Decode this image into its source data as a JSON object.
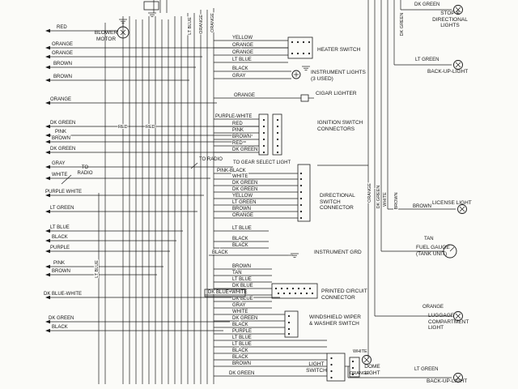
{
  "left_wire_labels": [
    "RED",
    "ORANGE",
    "ORANGE",
    "BROWN",
    "BROWN",
    "ORANGE",
    "DK GREEN",
    "PINK",
    "BROWN",
    "DK GREEN",
    "GRAY",
    "WHITE",
    "PURPLE WHITE",
    "LT GREEN",
    "LT BLUE",
    "BLACK",
    "PURPLE",
    "PINK",
    "BROWN",
    "DK BLUE-WHITE",
    "DK GREEN",
    "BLACK"
  ],
  "center_wire_labels": [
    "YELLOW",
    "ORANGE",
    "ORANGE",
    "LT BLUE",
    "BLACK",
    "GRAY",
    "ORANGE",
    "PURPLE-WHITE",
    "RED",
    "PINK",
    "BROWN",
    "RED",
    "DK GREEN",
    "PINK-BLACK",
    "WHITE",
    "DK GREEN",
    "DK GREEN",
    "YELLOW",
    "LT GREEN",
    "BROWN",
    "ORANGE",
    "LT BLUE",
    "BLACK",
    "BLACK",
    "BLACK",
    "BROWN",
    "TAN",
    "LT BLUE",
    "DK BLUE",
    "DK BLUE+WHITE",
    "DK BLUE",
    "GRAY",
    "WHITE",
    "DK GREEN",
    "BLACK",
    "PURPLE",
    "LT BLUE",
    "LT BLUE",
    "BLACK",
    "BLACK",
    "BROWN",
    "DK GREEN"
  ],
  "vertical_wire_labels": [
    "LT BLUE",
    "ORANGE",
    "ORANGE",
    "LT BLUE",
    "ORANGE",
    "DK GREEN",
    "WHITE",
    "BROWN",
    "DK GREEN"
  ],
  "small_labels": [
    "RED",
    "RED",
    "WHITE",
    "ORANGE"
  ],
  "annotations": {
    "to_radio_left": "TO\nRADIO",
    "to_radio_center": "TO RADIO",
    "to_gear_select": "TO GEAR SELECT LIGHT"
  },
  "components": {
    "blower_motor": "BLOWER\nMOTOR",
    "heater_switch": "HEATER SWITCH",
    "instrument_lights": "INSTRUMENT LIGHTS\n(3 USED)",
    "cigar_lighter": "CIGAR LIGHTER",
    "ignition_switch": "IGNITION SWITCH\nCONNECTORS",
    "directional_switch": "DIRECTIONAL\nSWITCH\nCONNECTOR",
    "instrument_grd": "INSTRUMENT GRD",
    "printed_circuit": "PRINTED CIRCUIT\nCONNECTOR",
    "wiper_switch": "WINDSHIELD WIPER\n& WASHER SWITCH",
    "light_switch": "LIGHT\nSWITCH",
    "dome_light": "DOME\nLIGHT"
  },
  "right_fixtures": [
    {
      "wire": "DK GREEN",
      "label": "STOP &\nDIRECTIONAL\nLIGHTS"
    },
    {
      "wire": "LT GREEN",
      "label": "BACK-UP-LIGHT"
    },
    {
      "wire": "BROWN",
      "label": "LICENSE LIGHT"
    },
    {
      "wire": "TAN",
      "label": "FUEL GAUGE\n(TANK UNIT)"
    },
    {
      "wire": "ORANGE",
      "label": "LUGGAGE\nCOMPARTMENT\nLIGHT"
    },
    {
      "wire": "LT GREEN",
      "label": "BACK-UP-LIGHT"
    }
  ],
  "colors": {
    "ink": "#1c1c1c",
    "paper": "#fbfbf8"
  }
}
